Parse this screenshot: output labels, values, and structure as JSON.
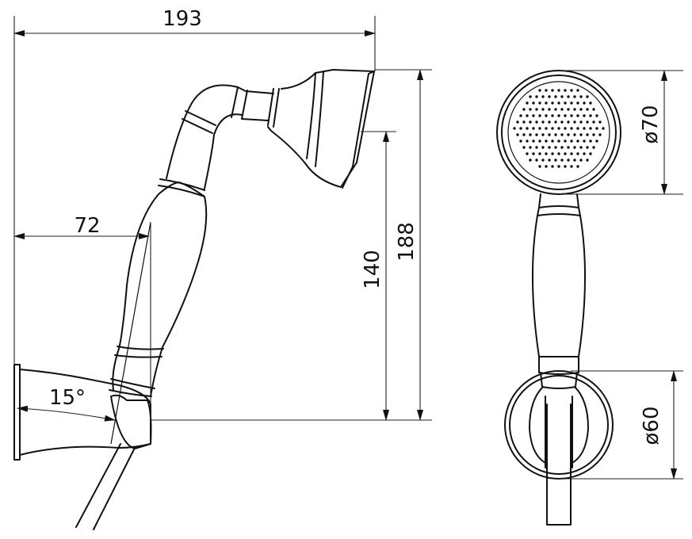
{
  "dimensions": {
    "overall_width": "193",
    "bracket_offset": "72",
    "height_to_face": "140",
    "overall_height": "188",
    "angle": "15°",
    "head_diameter": "ø70",
    "base_diameter": "ø60"
  },
  "colors": {
    "line": "#111111",
    "background": "#ffffff"
  }
}
